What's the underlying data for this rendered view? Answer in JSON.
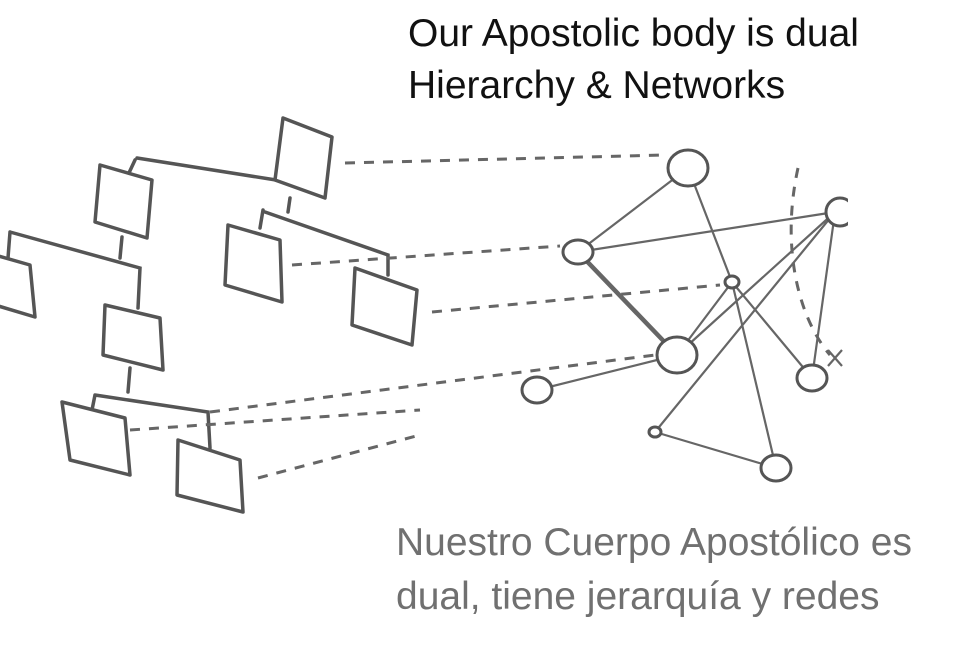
{
  "title": {
    "line1": "Our Apostolic body is dual",
    "line2": "Hierarchy & Networks"
  },
  "subtitle": {
    "line1": "Nuestro Cuerpo Apostólico es",
    "line2": "dual, tiene jerarquía y redes"
  }
}
